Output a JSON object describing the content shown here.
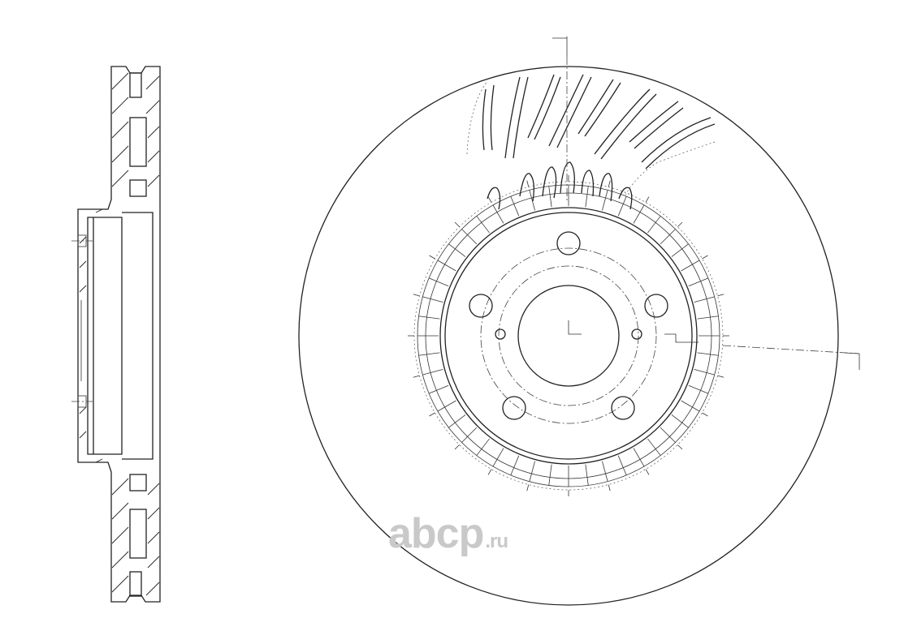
{
  "drawing": {
    "views": [
      "side-section",
      "front-view"
    ]
  },
  "watermark": {
    "main": "abcp",
    "tld": ".ru"
  }
}
